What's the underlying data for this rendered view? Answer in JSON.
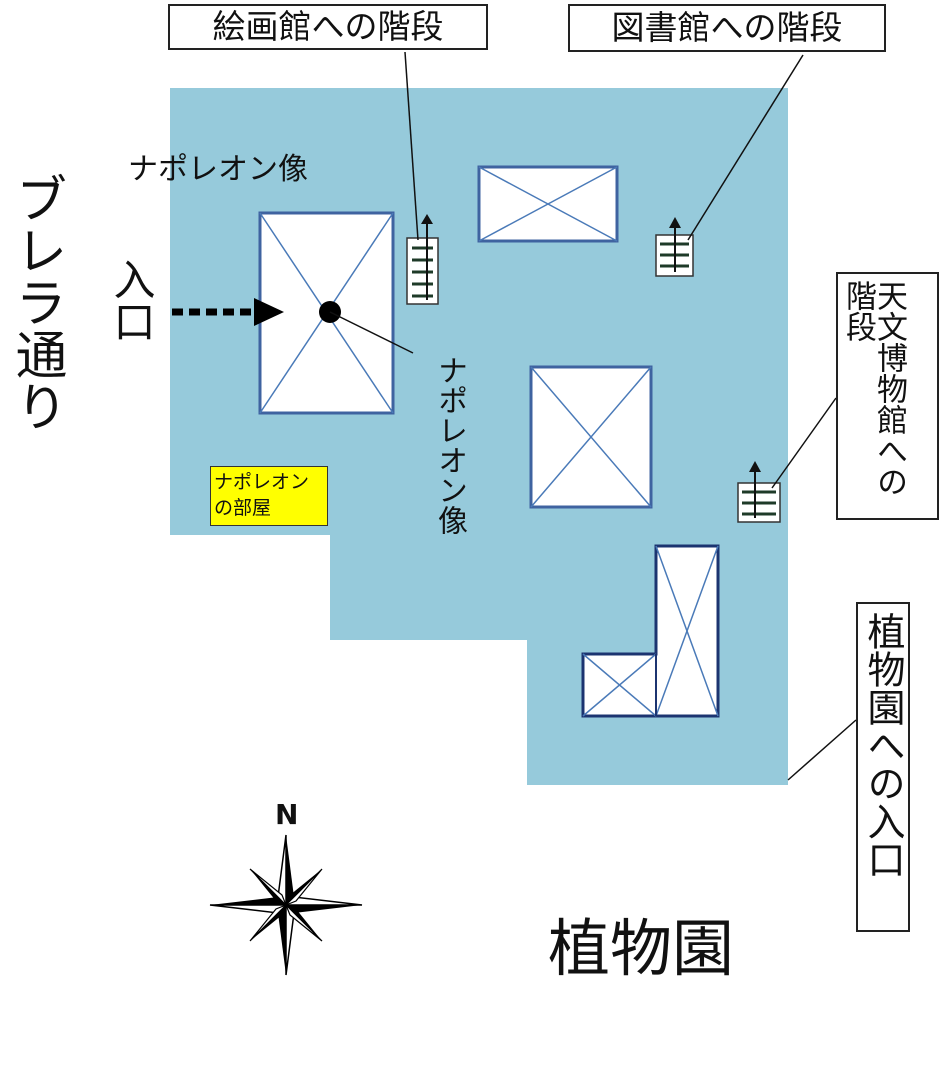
{
  "labels": {
    "street": "ブレラ通り",
    "entrance": "入口",
    "napoleon_statue_top": "ナポレオン像",
    "napoleon_statue_side": "ナポレオン像",
    "napoleon_room": "ナポレオンの部屋",
    "stairs_gallery": "絵画館への階段",
    "stairs_library": "図書館への階段",
    "stairs_observatory": "天文博物館への階段",
    "botanical_entrance": "植物園への入口",
    "botanical_garden": "植物園",
    "north": "N"
  },
  "colors": {
    "building": "#96cadb",
    "courtyard_border": "#3f63a0",
    "courtyard_fill": "#ffffff",
    "room_highlight": "#ffff00",
    "text": "#111111"
  },
  "icons": [
    "stairs-icon",
    "arrow-right-icon",
    "compass-rose-icon",
    "statue-dot-icon"
  ]
}
